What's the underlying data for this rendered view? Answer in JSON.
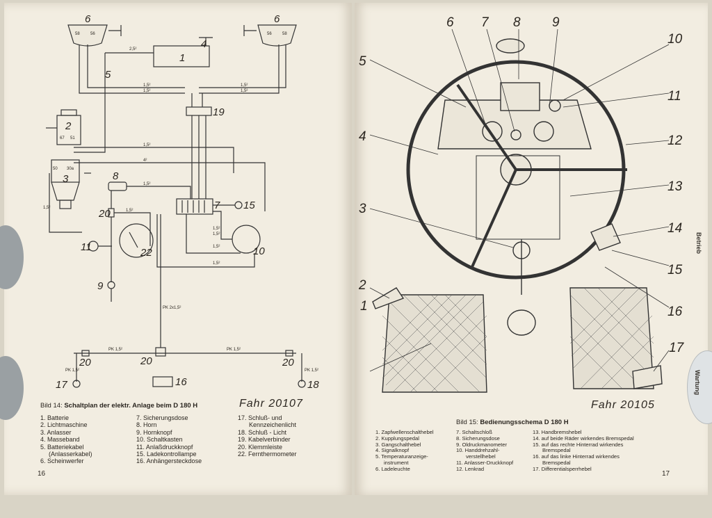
{
  "left_page": {
    "figure_caption_prefix": "Bild 14:",
    "figure_caption_title": "Schaltplan der elektr. Anlage beim D 180 H",
    "fahr_number": "Fahr 20107",
    "page_number": "16",
    "legend_col1": [
      "1. Batterie",
      "2. Lichtmaschine",
      "3. Anlasser",
      "4. Masseband",
      "5. Batteriekabel",
      "(Anlasserkabel)",
      "6. Scheinwerfer"
    ],
    "legend_col2": [
      "7. Sicherungsdose",
      "8. Horn",
      "9. Hornknopf",
      "10. Schaltkasten",
      "11. Anlaßdruckknopf",
      "15. Ladekontrollampe",
      "16. Anhängersteckdose"
    ],
    "legend_col3": [
      "17. Schluß- und",
      "Kennzeichenlicht",
      "18. Schluß - Licht",
      "19. Kabelverbinder",
      "20. Klemmleiste",
      "22. Fernthermometer"
    ],
    "diagram_labels": {
      "n6a": "6",
      "n6b": "6",
      "n1": "1",
      "n2": "2",
      "n3": "3",
      "n4": "4",
      "n5": "5",
      "n7": "7",
      "n8": "8",
      "n9": "9",
      "n10": "10",
      "n11": "11",
      "n15": "15",
      "n16": "16",
      "n17": "17",
      "n18": "18",
      "n19": "19",
      "n20a": "20",
      "n20b": "20",
      "n20c": "20",
      "n20d": "20",
      "n22": "22",
      "t56a": "56",
      "t58a": "58",
      "t56b": "56",
      "t58b": "58",
      "t67": "67",
      "t51": "51",
      "t50": "50",
      "t30a": "30a",
      "w25": "2,5²",
      "w15a": "1,5²",
      "w15b": "1,5²",
      "w15c": "1,5²",
      "w15d": "1,5²",
      "w15e": "1,5²",
      "w4": "4²",
      "w15f": "1,5²",
      "w15g": "1,5²",
      "w15h": "1,5²",
      "w15i": "1,5²",
      "w15j": "1,5²",
      "w15k": "1,5²",
      "w15l": "1,5²",
      "pk1": "PK 1,5²",
      "pk2": "PK 1,5²",
      "pk3": "PK 1,5²",
      "pk4": "PK 1,5²",
      "pkv": "PK 2x1,5²"
    }
  },
  "right_page": {
    "figure_caption_prefix": "Bild 15:",
    "figure_caption_title": "Bedienungsschema D 180 H",
    "fahr_number": "Fahr 20105",
    "page_number": "17",
    "tab_label": "Wartung",
    "side_label": "Betrieb",
    "callouts": [
      "1",
      "2",
      "3",
      "4",
      "5",
      "6",
      "7",
      "8",
      "9",
      "10",
      "11",
      "12",
      "13",
      "14",
      "15",
      "16",
      "17"
    ],
    "legend_col1": [
      "1. Zapfwellenschalthebel",
      "2. Kupplungspedal",
      "3. Gangschalthebel",
      "4. Signalknopf",
      "5. Temperaturanzeige-",
      "instrument",
      "6. Ladeleuchte"
    ],
    "legend_col2": [
      "7. Schaltschloß",
      "8. Sicherungsdose",
      "9. Oldruckmanometer",
      "10. Handdrehzahl-",
      "verstellhebel",
      "11. Anlasser-Druckknopf",
      "12. Lenkrad"
    ],
    "legend_col3": [
      "13. Handbremshebel",
      "14. auf beide Räder wirkendes Bremspedal",
      "15. auf das rechte Hinterrad wirkendes",
      "Bremspedal",
      "16. auf das linke Hinterrad wirkendes",
      "Bremspedal",
      "17. Differentialsperrhebel"
    ]
  }
}
